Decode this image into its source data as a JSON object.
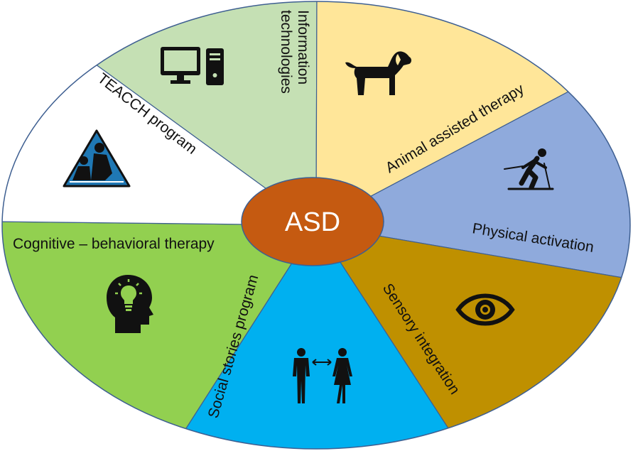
{
  "center": {
    "label": "ASD",
    "color": "#c55a11"
  },
  "segments": [
    {
      "id": "information-technologies",
      "lines": [
        "Information",
        "technologies"
      ],
      "color": "#c5e0b4",
      "icon": "computer-icon"
    },
    {
      "id": "animal-assisted-therapy",
      "label": "Animal assisted therapy",
      "color": "#ffe699",
      "icon": "dog-icon"
    },
    {
      "id": "physical-activation",
      "label": "Physical activation",
      "color": "#8faadc",
      "icon": "skier-icon"
    },
    {
      "id": "sensory-integration",
      "label": "Sensory integration",
      "color": "#bf9000",
      "icon": "eye-icon"
    },
    {
      "id": "social-stories-program",
      "label": "Social stories program",
      "color": "#00b0f0",
      "icon": "people-interaction-icon"
    },
    {
      "id": "cognitive-behavioral-therapy",
      "label": "Cognitive – behavioral therapy",
      "color": "#92d050",
      "icon": "head-lightbulb-icon"
    },
    {
      "id": "teacch-program",
      "label": "TEACCH program",
      "color": "#ffffff",
      "icon": "teacch-triangle-icon"
    }
  ]
}
